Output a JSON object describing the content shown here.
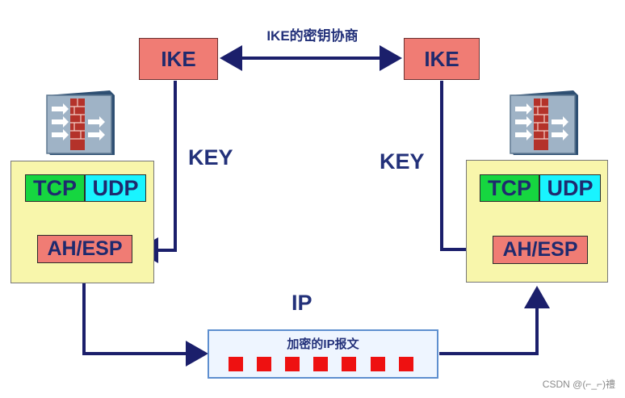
{
  "ike_left": "IKE",
  "ike_right": "IKE",
  "negotiation_label": "IKE的密钥协商",
  "key_left": "KEY",
  "key_right": "KEY",
  "left_stack": {
    "tcp": "TCP",
    "udp": "UDP",
    "ahesp": "AH/ESP"
  },
  "right_stack": {
    "tcp": "TCP",
    "udp": "UDP",
    "ahesp": "AH/ESP"
  },
  "ip_label": "IP",
  "packet_label": "加密的IP报文",
  "watermark": "CSDN @(⌐_⌐)禮",
  "colors": {
    "ike": "#f07c74",
    "panel": "#f8f6ab",
    "tcp": "#16d640",
    "udp": "#19f4ff",
    "arrow": "#1b1f6b",
    "packet_square": "#ee1111"
  },
  "icons": [
    "firewall-icon-left",
    "firewall-icon-right"
  ]
}
